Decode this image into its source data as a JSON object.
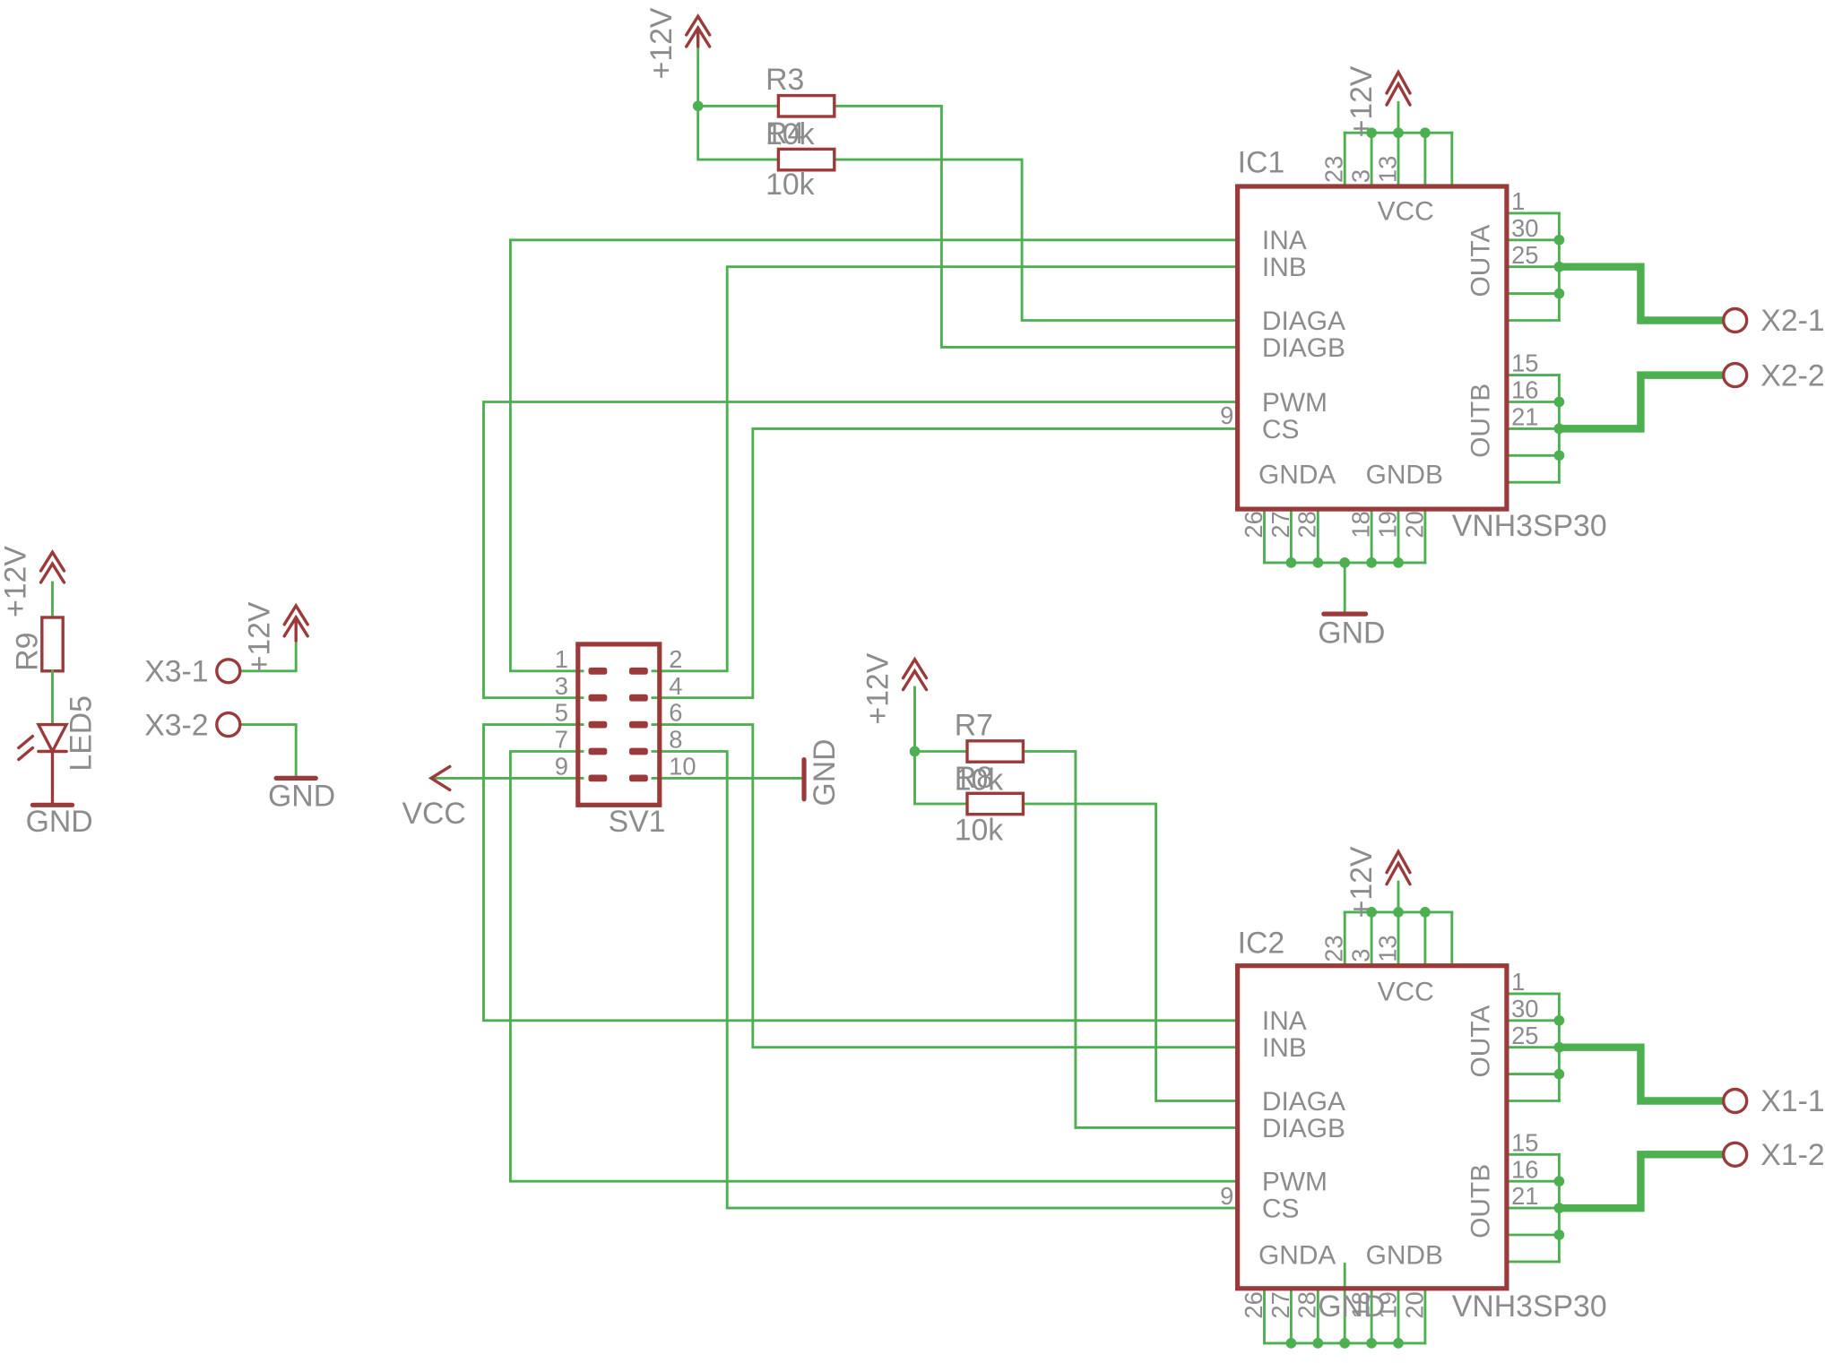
{
  "supply": {
    "p12v": "+12V",
    "gnd": "GND",
    "vcc": "VCC"
  },
  "resistors": {
    "r3": {
      "name": "R3",
      "value": "10k"
    },
    "r4": {
      "name": "R4",
      "value": "10k"
    },
    "r7": {
      "name": "R7",
      "value": "10k"
    },
    "r8": {
      "name": "R8",
      "value": "10k"
    },
    "r9": {
      "name": "R9"
    }
  },
  "led": {
    "name": "LED5"
  },
  "header": {
    "name": "SV1",
    "pins": [
      "1",
      "2",
      "3",
      "4",
      "5",
      "6",
      "7",
      "8",
      "9",
      "10"
    ]
  },
  "ic1": {
    "name": "IC1",
    "part": "VNH3SP30"
  },
  "ic2": {
    "name": "IC2",
    "part": "VNH3SP30"
  },
  "ic_pins": {
    "vcc": "VCC",
    "ina": "INA",
    "inb": "INB",
    "diaga": "DIAGA",
    "diagb": "DIAGB",
    "pwm": "PWM",
    "cs": "CS",
    "gnda": "GNDA",
    "gndb": "GNDB",
    "outa": "OUTA",
    "outb": "OUTB",
    "top_nums": [
      "23",
      "3",
      "13"
    ],
    "bottom_nums": [
      "26",
      "27",
      "28",
      "18",
      "19",
      "20"
    ],
    "right_a_nums": [
      "1",
      "30",
      "25"
    ],
    "right_b_nums": [
      "15",
      "16",
      "21"
    ],
    "cs_num": "9"
  },
  "connectors": {
    "x2_1": "X2-1",
    "x2_2": "X2-2",
    "x1_1": "X1-1",
    "x1_2": "X1-2",
    "x3_1": "X3-1",
    "x3_2": "X3-2"
  },
  "colors": {
    "wire": "#4caf50",
    "symbol": "#9b3a3a",
    "text": "#8c8c8c",
    "background": "#ffffff"
  }
}
